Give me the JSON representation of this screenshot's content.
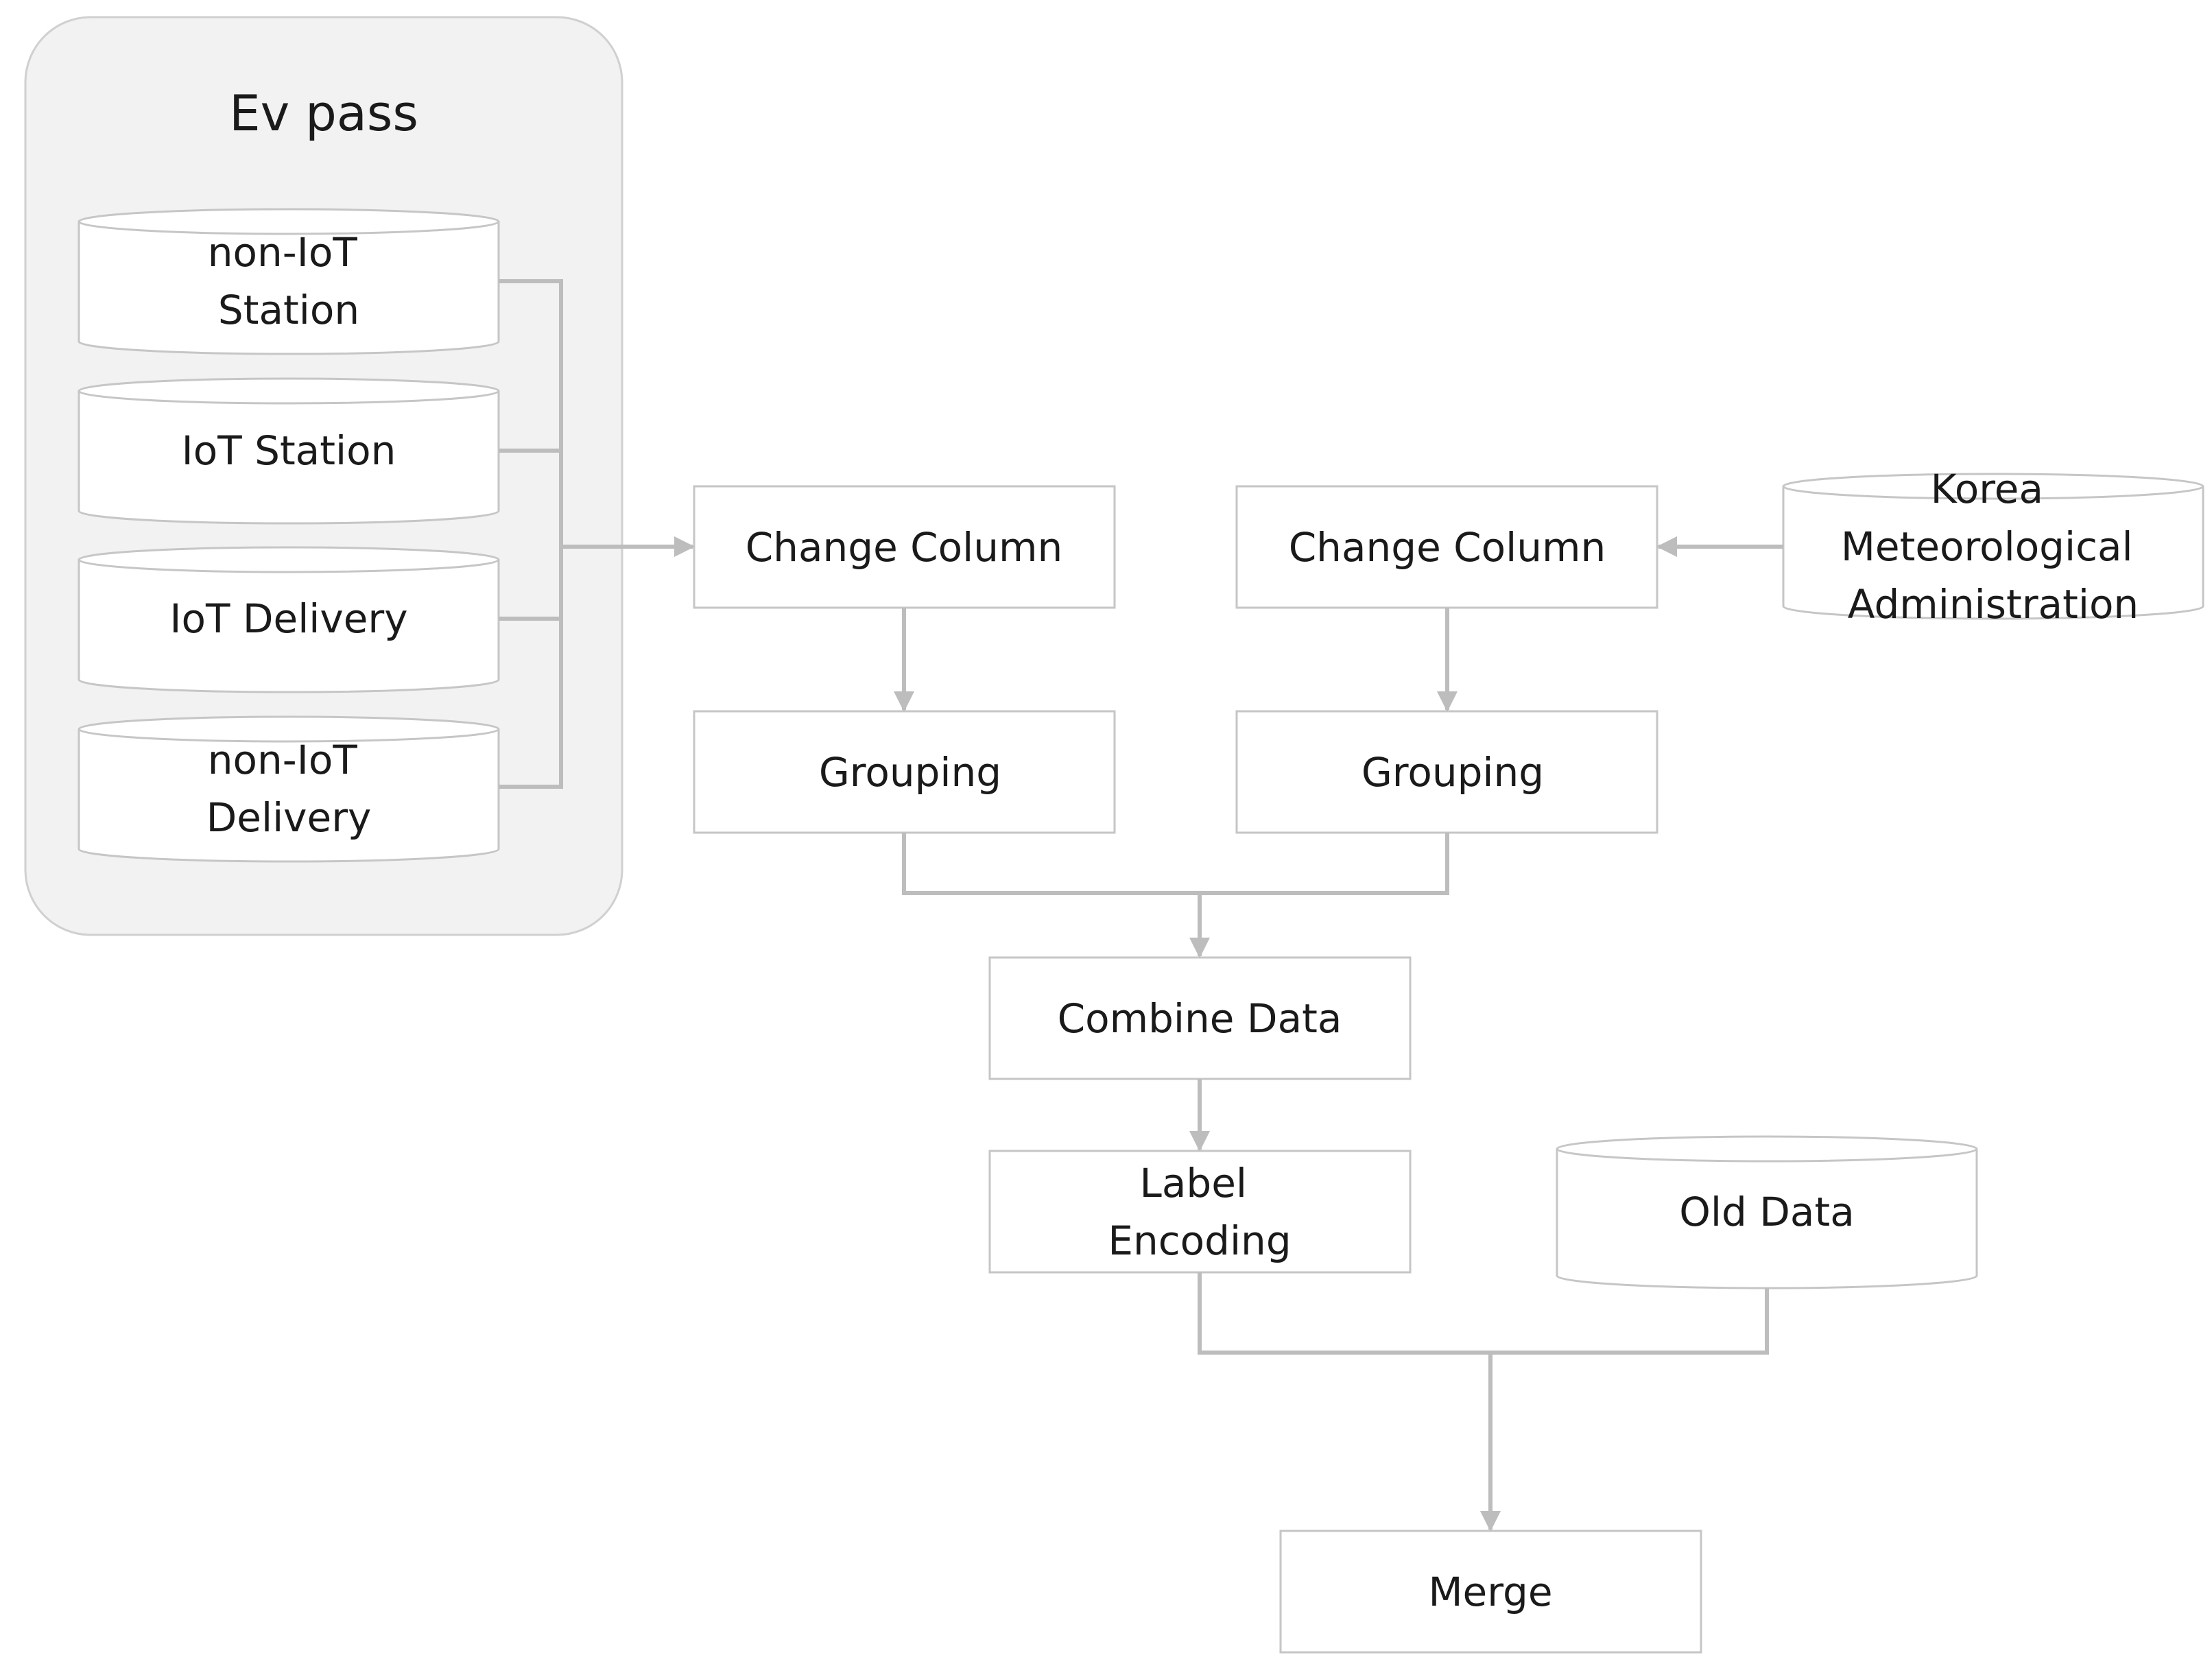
{
  "group": {
    "title": "Ev pass"
  },
  "sources": {
    "non_iot_station": [
      "non-IoT",
      "Station"
    ],
    "iot_station": [
      "IoT Station"
    ],
    "iot_delivery": [
      "IoT Delivery"
    ],
    "non_iot_delivery": [
      "non-IoT",
      "Delivery"
    ],
    "kma": [
      "Korea",
      "Meteorological",
      "Administration"
    ],
    "old_data": [
      "Old Data"
    ]
  },
  "steps": {
    "change_column_left": [
      "Change Column"
    ],
    "change_column_right": [
      "Change Column"
    ],
    "grouping_left": [
      "Grouping"
    ],
    "grouping_right": [
      "Grouping"
    ],
    "combine_data": [
      "Combine Data"
    ],
    "label_encoding": [
      "Label",
      "Encoding"
    ],
    "merge": [
      "Merge"
    ]
  },
  "colors": {
    "panel_fill": "#f2f2f2",
    "panel_stroke": "#d0d0d0",
    "node_stroke": "#c6c6c6",
    "connector": "#bdbdbd",
    "text": "#1a1a1a"
  }
}
